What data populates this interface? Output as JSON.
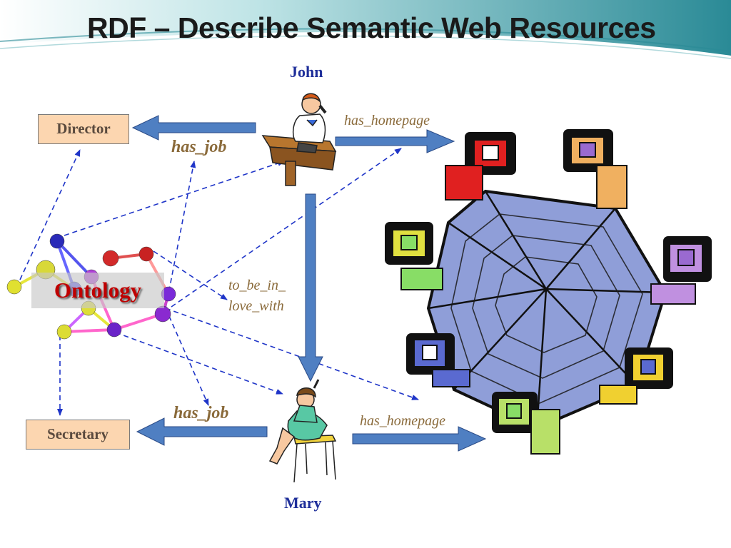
{
  "slide": {
    "title": "RDF – Describe Semantic Web Resources",
    "accent_color": "#2a8a96"
  },
  "nodes": {
    "john": "John",
    "mary": "Mary",
    "director": "Director",
    "secretary": "Secretary",
    "ontology": "Ontology"
  },
  "edges": {
    "john_has_job": "has_job",
    "john_has_homepage": "has_homepage",
    "love_line1": "to_be_in_",
    "love_line2": "love_with",
    "mary_has_job": "has_job",
    "mary_has_homepage": "has_homepage"
  },
  "colors": {
    "arrow_fill": "#4f7fc2",
    "dashed_link": "#1f35c8",
    "box_fill": "#fcd6b0",
    "web_fill": "#8f9ed8"
  }
}
